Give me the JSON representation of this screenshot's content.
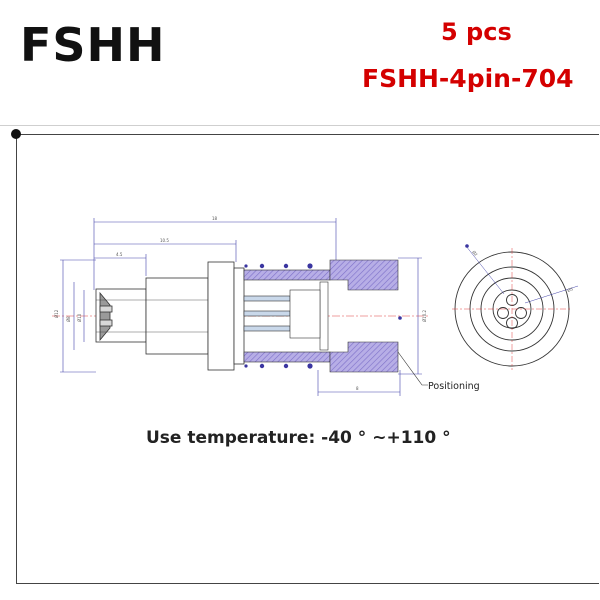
{
  "header": {
    "brand": "FSHH",
    "quantity": "5 pcs",
    "model": "FSHH-4pin-704"
  },
  "drawing": {
    "positioning_label": "Positioning",
    "temperature_note": "Use temperature: -40 ° ~+110 °",
    "dimension_labels": [
      "18",
      "10.5",
      "4.5",
      "Ø12",
      "Ø8",
      "Ø10",
      "Ø10.2",
      "8",
      "Ø2",
      "Ø5"
    ],
    "colors": {
      "hatch": "#9a8fd6",
      "body_fill": "#ffffff",
      "pin_fill": "#c9d8ea",
      "dim_line": "#4444aa",
      "center_line": "#e04040",
      "ball": "#3a35a0"
    }
  }
}
